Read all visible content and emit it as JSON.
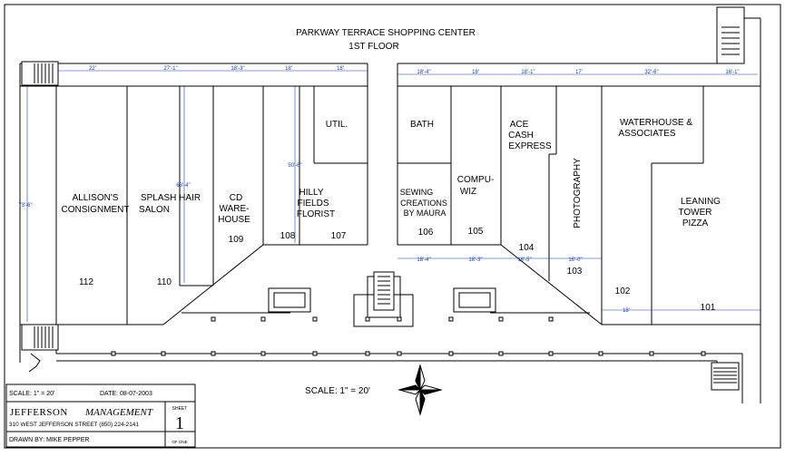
{
  "title": {
    "line1": "PARKWAY TERRACE SHOPPING CENTER",
    "line2": "1ST FLOOR"
  },
  "units": [
    {
      "num": "112",
      "name_lines": [
        "ALLISON'S",
        "CONSIGNMENT"
      ]
    },
    {
      "num": "110",
      "name_lines": [
        "SPLASH  HAIR",
        "SALON"
      ]
    },
    {
      "num": "109",
      "name_lines": [
        "CD",
        "WARE-",
        "HOUSE"
      ]
    },
    {
      "num": "108",
      "name_lines": []
    },
    {
      "num": "107",
      "name_lines": [
        "HILLY",
        "FIELDS",
        "FLORIST"
      ]
    },
    {
      "num": "",
      "name_lines": [
        "UTIL."
      ]
    },
    {
      "num": "",
      "name_lines": [
        "BATH"
      ]
    },
    {
      "num": "106",
      "name_lines": [
        "SEWING",
        "CREATIONS",
        "BY MAURA"
      ]
    },
    {
      "num": "105",
      "name_lines": [
        "COMPU-",
        "WIZ"
      ]
    },
    {
      "num": "104",
      "name_lines": [
        "ACE",
        "CASH",
        "EXPRESS"
      ]
    },
    {
      "num": "103",
      "name_lines": [
        "PHOTOGRAPHY"
      ]
    },
    {
      "num": "102",
      "name_lines": [
        "WATERHOUSE &",
        "ASSOCIATES"
      ]
    },
    {
      "num": "101",
      "name_lines": [
        "LEANING",
        "TOWER",
        "PIZZA"
      ]
    }
  ],
  "dimensions": {
    "top_row": [
      "22'",
      "27'-1\"",
      "18'-3\"",
      "18'",
      "18'",
      "18'-4\"",
      "18'",
      "18'-1\"",
      "17'",
      "32'-6\"",
      "16'-1\""
    ],
    "bottom_row": [
      "18'-4\"",
      "18'-3\"",
      "18'-5\"",
      "16'-0\"",
      "18'"
    ],
    "vertical": [
      "73'-6\"",
      "63'-4\"",
      "50'-6\""
    ]
  },
  "scale_note": "SCALE:  1\"  =  20'",
  "title_block": {
    "scale": "SCALE: 1\" = 20'",
    "date": "DATE: 08-07-2003",
    "company": "JEFFERSON",
    "company_italic": "MANAGEMENT",
    "address": "310 WEST JEFFERSON STREET (850) 224-2141",
    "sheet_label": "SHEET",
    "sheet_num": "1",
    "sheet_of": "OF ONE",
    "drawn_by": "DRAWN BY:  MIKE PEPPER"
  },
  "compass_icon": "north-star-icon"
}
